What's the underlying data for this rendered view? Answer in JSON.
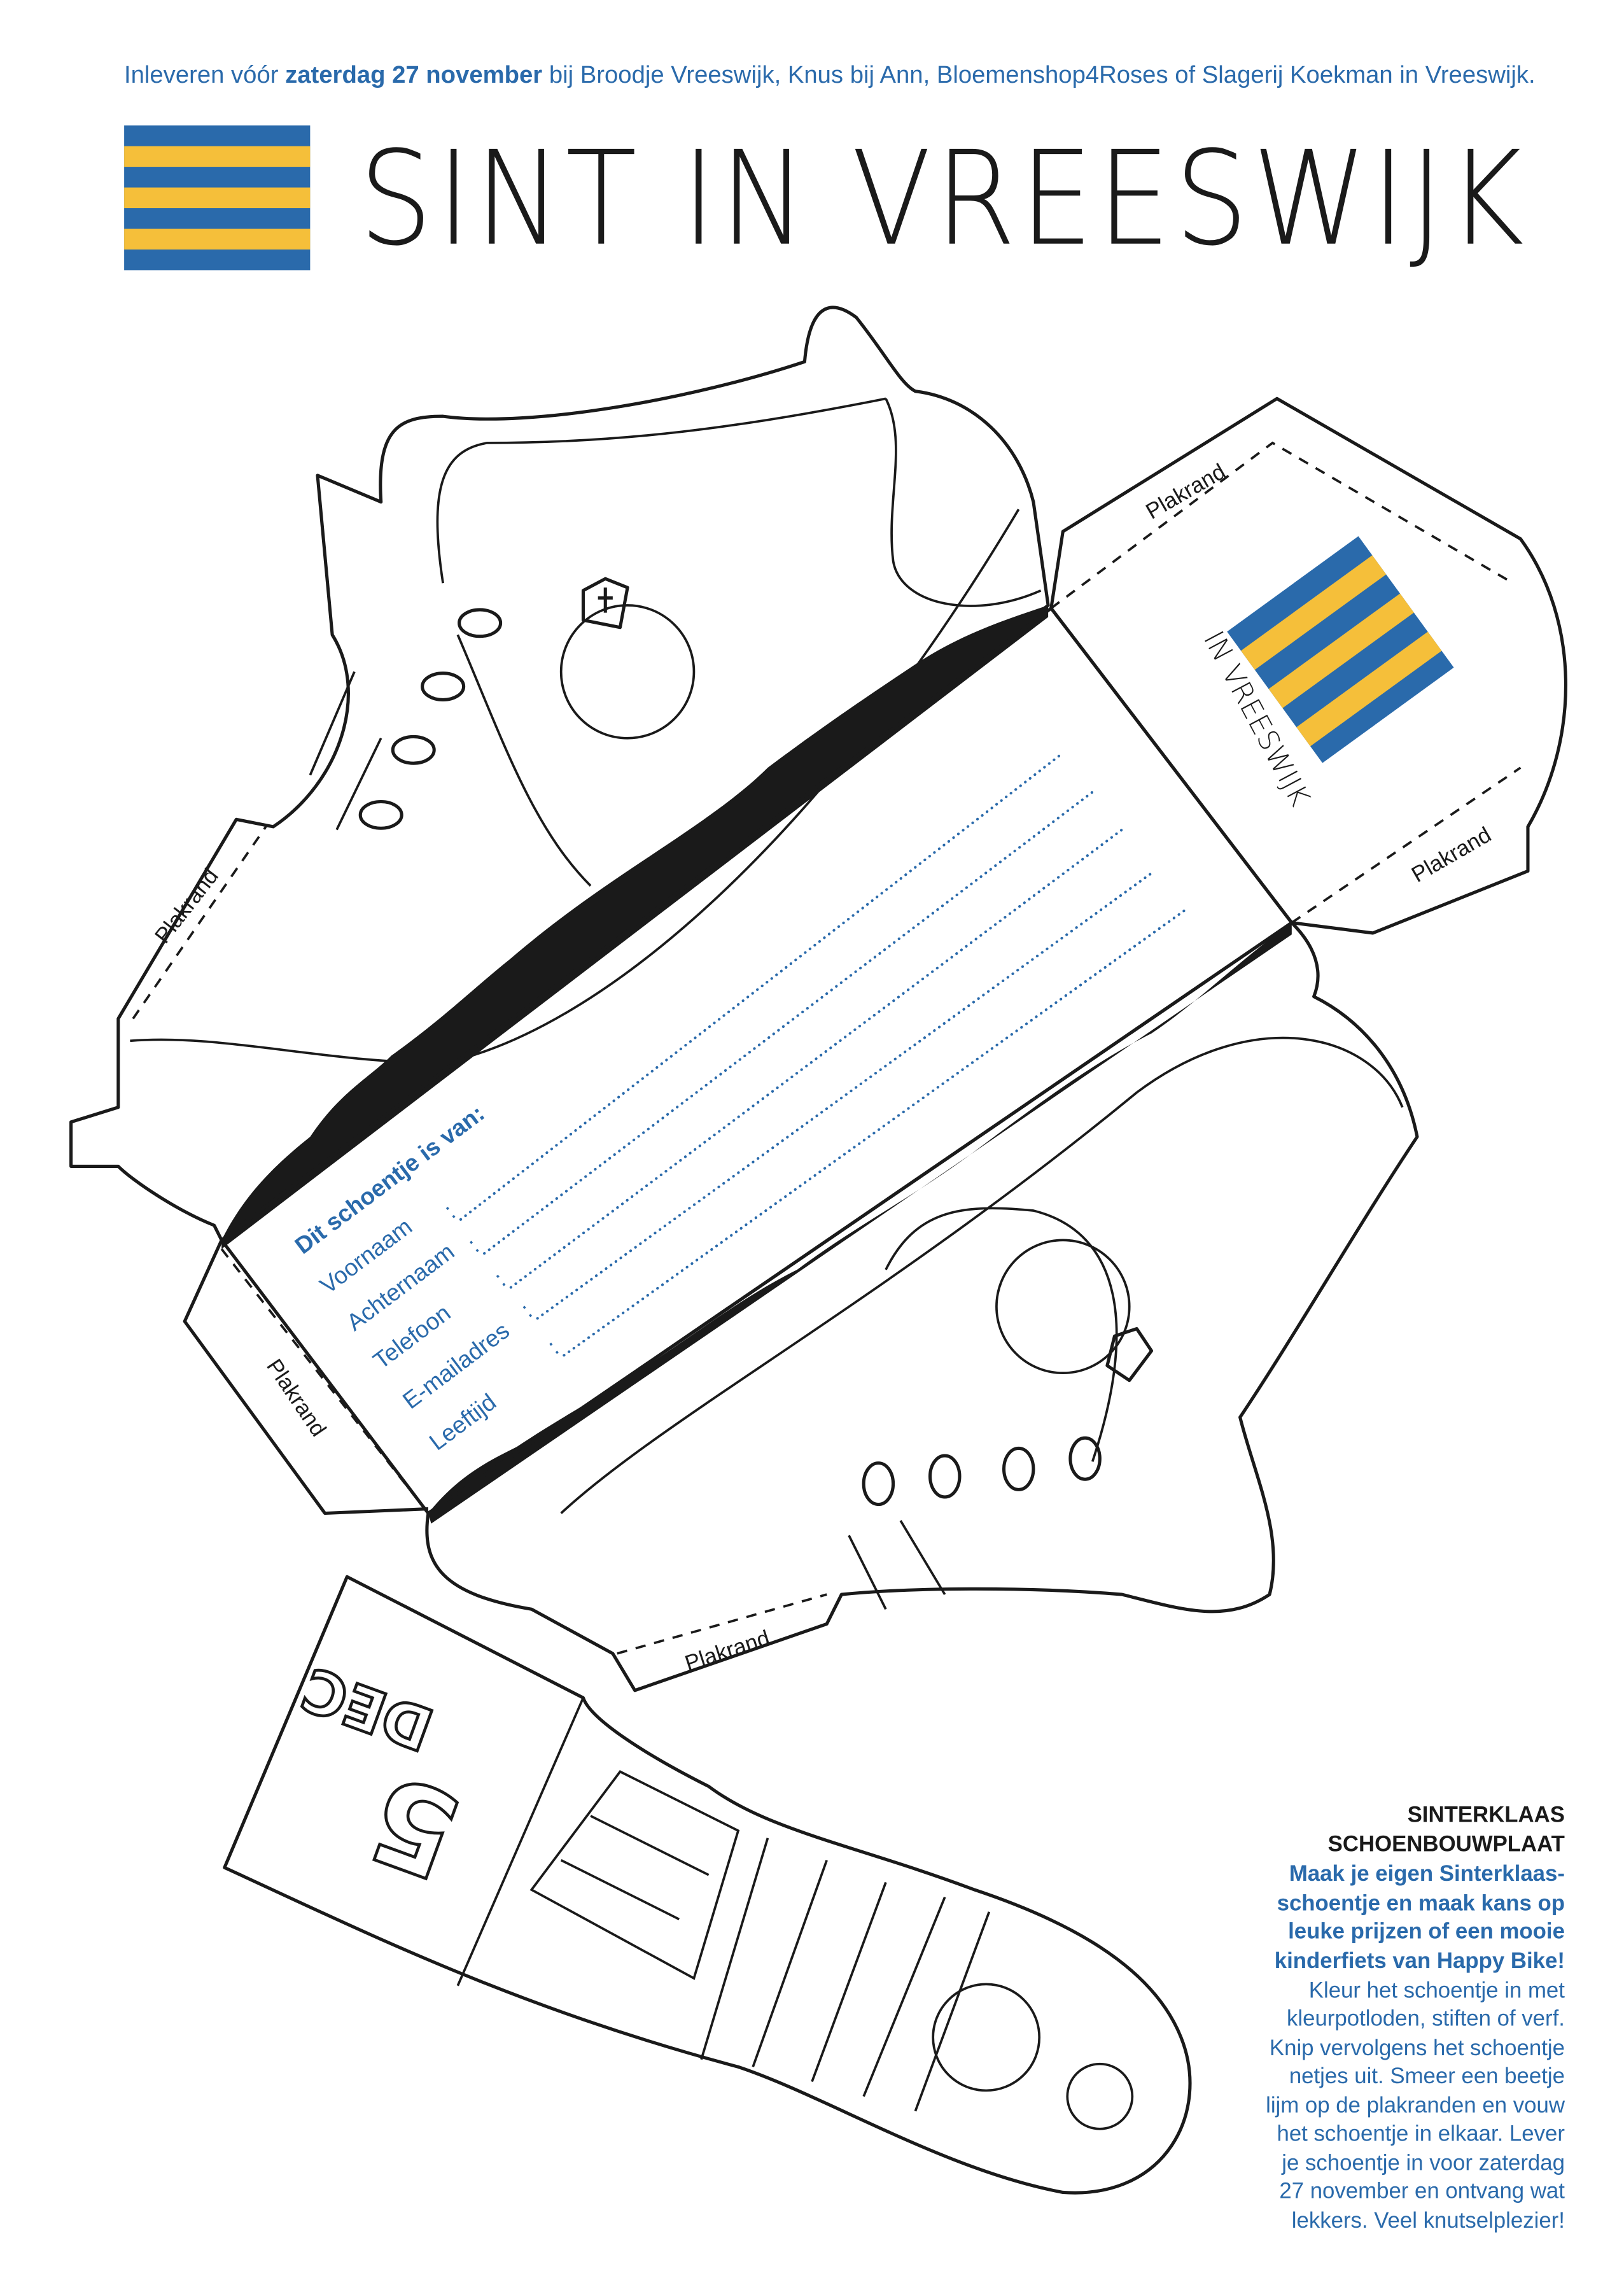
{
  "header": {
    "notice_prefix": "Inleveren vóór ",
    "notice_bold": "zaterdag 27 november",
    "notice_suffix": " bij Broodje Vreeswijk, Knus bij Ann, Bloemenshop4Roses of Slagerij Koekman in Vreeswijk.",
    "title": "SINT IN VREESWIJK"
  },
  "colors": {
    "blue": "#2a6aab",
    "yellow": "#f5bf3a",
    "ink": "#1a1a1a"
  },
  "form": {
    "heading": "Dit schoentje is van:",
    "fields": [
      "Voornaam",
      "Achternaam",
      "Telefoon",
      "E-mailadres",
      "Leeftijd"
    ],
    "colon": ":"
  },
  "tabs": {
    "glue_label": "Plakrand"
  },
  "box_logo": {
    "text": "IN VREESWIJK"
  },
  "sole": {
    "date_number": "5",
    "date_month": "DEC"
  },
  "side_panel": {
    "title_line1": "SINTERKLAAS",
    "title_line2": "SCHOENBOUWPLAAT",
    "bold_lines": [
      "Maak je eigen Sinterklaas-",
      "schoentje en maak kans op",
      "leuke prijzen of een mooie",
      "kinderfiets van Happy Bike!"
    ],
    "body_lines": [
      "Kleur het schoentje in met",
      "kleurpotloden, stiften of verf.",
      "Knip vervolgens het schoentje",
      "netjes uit. Smeer een beetje",
      "lijm op de plakranden en vouw",
      "het schoentje in elkaar. Lever",
      "je schoentje in voor zaterdag",
      "27 november en ontvang wat",
      "lekkers. Veel knutselplezier!"
    ]
  }
}
